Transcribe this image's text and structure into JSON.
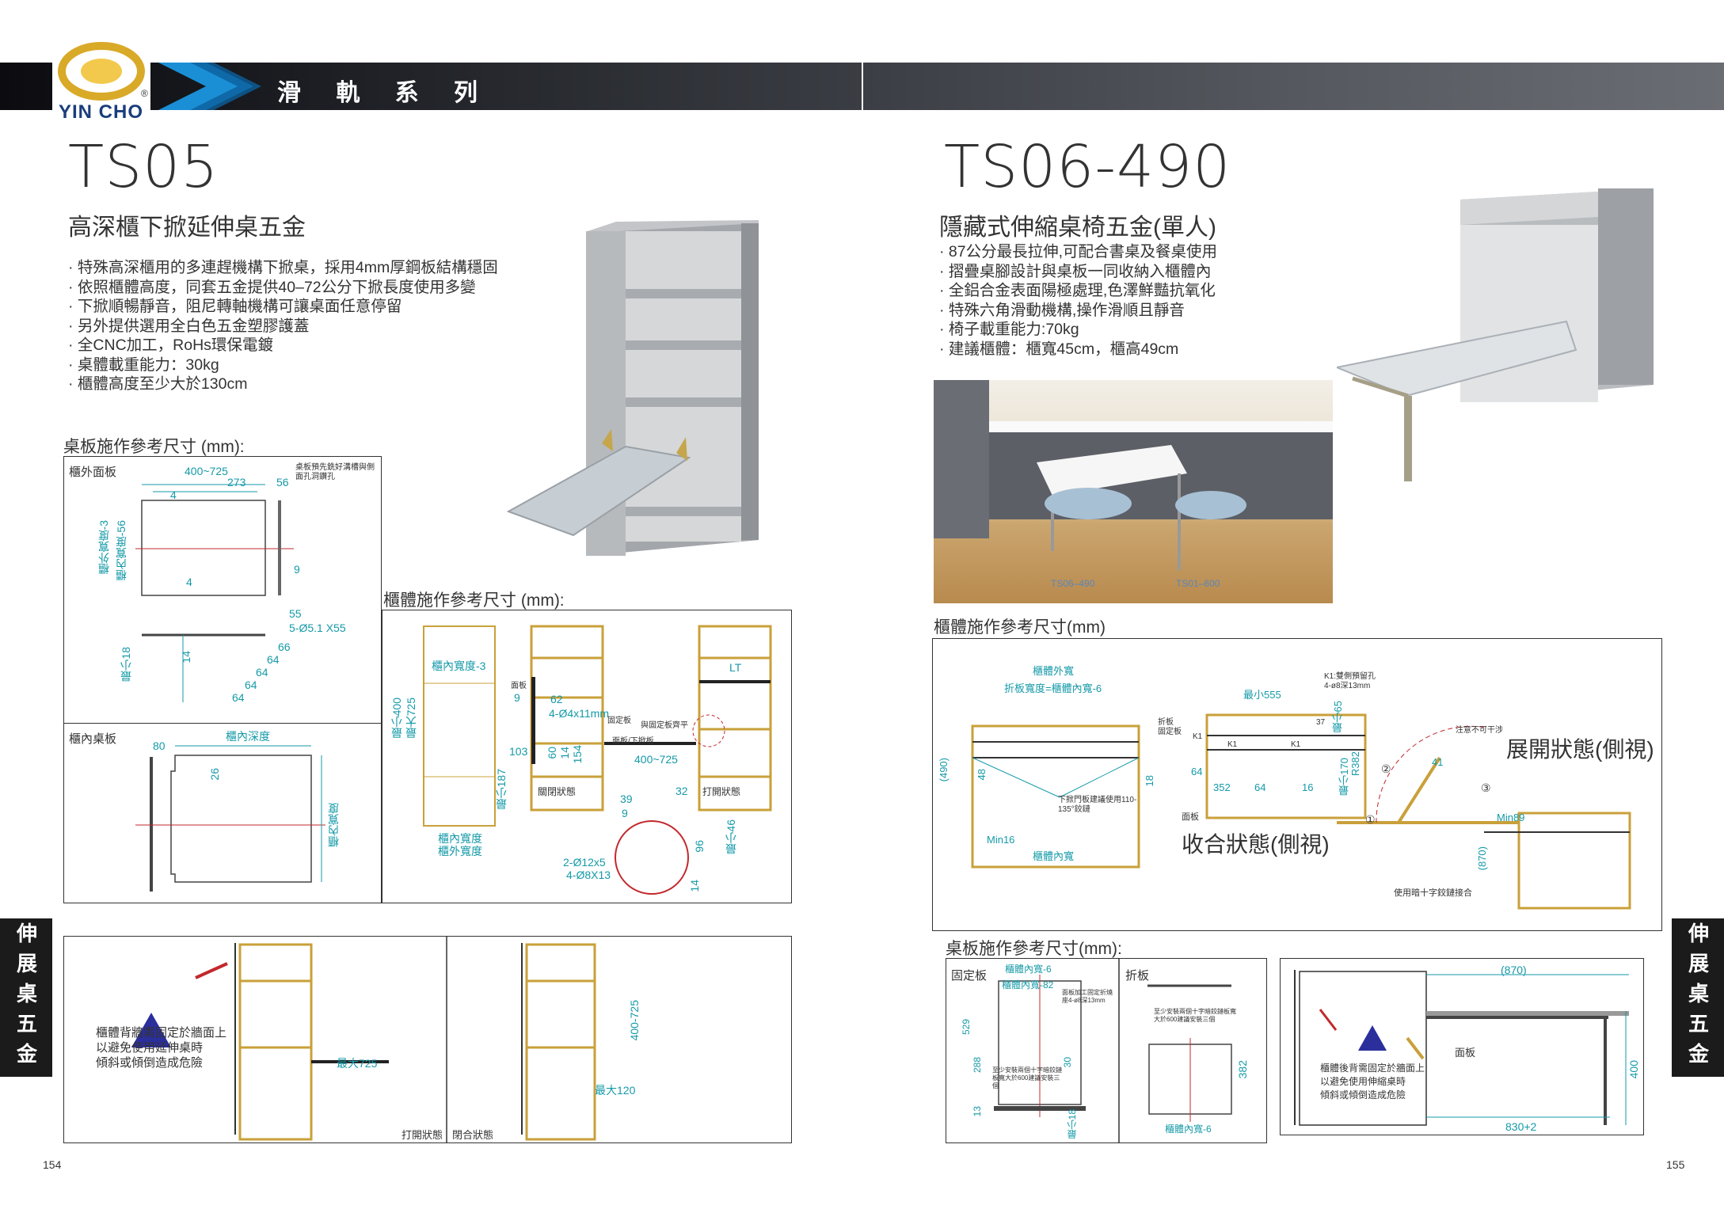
{
  "header": {
    "series_title": "滑 軌 系 列",
    "brand": "YIN CHO",
    "registered": "®"
  },
  "side_tab": {
    "label": "伸展桌五金"
  },
  "left": {
    "model": "TS05",
    "subtitle": "高深櫃下掀延伸桌五金",
    "features": [
      "特殊高深櫃用的多連趕機構下掀桌，採用4mm厚鋼板結構穩固",
      "依照櫃體高度，同套五金提供40–72公分下掀長度使用多變",
      "下掀順暢靜音，阻尼轉軸機構可讓桌面任意停留",
      "另外提供選用全白色五金塑膠護蓋",
      "全CNC加工，RoHs環保電鍍",
      "桌體載重能力：30kg",
      "櫃體高度至少大於130cm"
    ],
    "desk_section_title": "桌板施作參考尺寸 (mm):",
    "cabinet_section_title": "櫃體施作參考尺寸 (mm):",
    "outer_panel": {
      "label": "櫃外面板",
      "dims": [
        "400~725",
        "273",
        "56",
        "4",
        "4",
        "9",
        "55",
        "5-Ø5.1 X55",
        "66",
        "64",
        "64",
        "64",
        "64",
        "14",
        "最小18",
        "櫃外寬度-3",
        "櫃內寬度-56"
      ],
      "note": "桌板預先銑好溝槽與側面孔洞鑽孔"
    },
    "inner_desk": {
      "label": "櫃內桌板",
      "dims": [
        "80",
        "櫃內深度",
        "26",
        "櫃內寬度"
      ]
    },
    "cabinet": {
      "dims": [
        "櫃內寬度-3",
        "最小400",
        "最大725",
        "最小187",
        "103",
        "櫃內寬度",
        "櫃外寬度",
        "9",
        "62",
        "4-Ø4x11mm",
        "60",
        "14",
        "154",
        "400~725",
        "LT",
        "39",
        "9",
        "32",
        "96",
        "14",
        "最小46",
        "2-Ø12x5",
        "4-Ø8X13"
      ],
      "labels": [
        "面板",
        "固定板",
        "與固定板齊平",
        "面板/下掀板",
        "關閉狀態",
        "打開狀態"
      ]
    },
    "warning": {
      "text": [
        "櫃體背牆需固定於牆面上",
        "以避免使用延伸桌時",
        "傾斜或傾倒造成危險"
      ],
      "max_725": "最大725",
      "max_120": "最大120",
      "range": "400-725",
      "open_label": "打開狀態",
      "closed_label": "閉合狀態"
    },
    "page_number": "154"
  },
  "right": {
    "model": "TS06-490",
    "subtitle": "隱藏式伸縮桌椅五金(單人)",
    "features": [
      "87公分最長拉伸,可配合書桌及餐桌使用",
      "摺疊桌腳設計與桌板一同收納入櫃體內",
      "全鋁合金表面陽極處理,色澤鮮豔抗氧化",
      "特殊六角滑動機構,操作滑順且靜音",
      "椅子載重能力:70kg",
      "建議櫃體：櫃寬45cm，櫃高49cm"
    ],
    "photo_labels": [
      "TS06–490",
      "TS01–600"
    ],
    "cabinet_section_title": "櫃體施作參考尺寸(mm)",
    "cabinet": {
      "dims": [
        "櫃體外寬",
        "折板寬度=櫃體內寬-6",
        "最小555",
        "K1:雙側預留孔",
        "4-ø8深13mm",
        "(490)",
        "48",
        "18",
        "Min16",
        "櫃體內寬",
        "K1",
        "K1",
        "K1",
        "37",
        "64",
        "352",
        "64",
        "16",
        "最小65",
        "最小170",
        "R382",
        "41",
        "Min89",
        "(870)"
      ],
      "labels": [
        "折板",
        "固定板",
        "下掀門板建議使用110-135°鉸鏈",
        "面板",
        "注意不可干涉",
        "使用暗十字鉸鏈接合"
      ],
      "closed_state": "收合狀態(側視)",
      "open_state": "展開狀態(側視)",
      "steps": [
        "①",
        "②",
        "③"
      ]
    },
    "desk_section_title": "桌板施作參考尺寸(mm):",
    "fixed_board": {
      "label": "固定板",
      "dims": [
        "櫃體內寬-6",
        "櫃體內寬-82",
        "529",
        "288",
        "30",
        "13",
        "最小18"
      ],
      "notes": [
        "面板加工固定折燒座4-ø8深13mm",
        "至少安裝兩個十字暗鉸鏈板寬大於600建議安裝三個"
      ]
    },
    "fold_board": {
      "label": "折板",
      "dims": [
        "382",
        "櫃體內寬-6"
      ],
      "note": "至少安裝兩個十字暗鉸鏈板寬大於600建議安裝三個"
    },
    "warning": {
      "text": [
        "櫃體後背需固定於牆面上",
        "以避免使用伸縮桌時",
        "傾斜或傾倒造成危險"
      ],
      "dims": [
        "(870)",
        "400",
        "830+2"
      ],
      "panel_label": "面板"
    },
    "page_number": "155"
  }
}
